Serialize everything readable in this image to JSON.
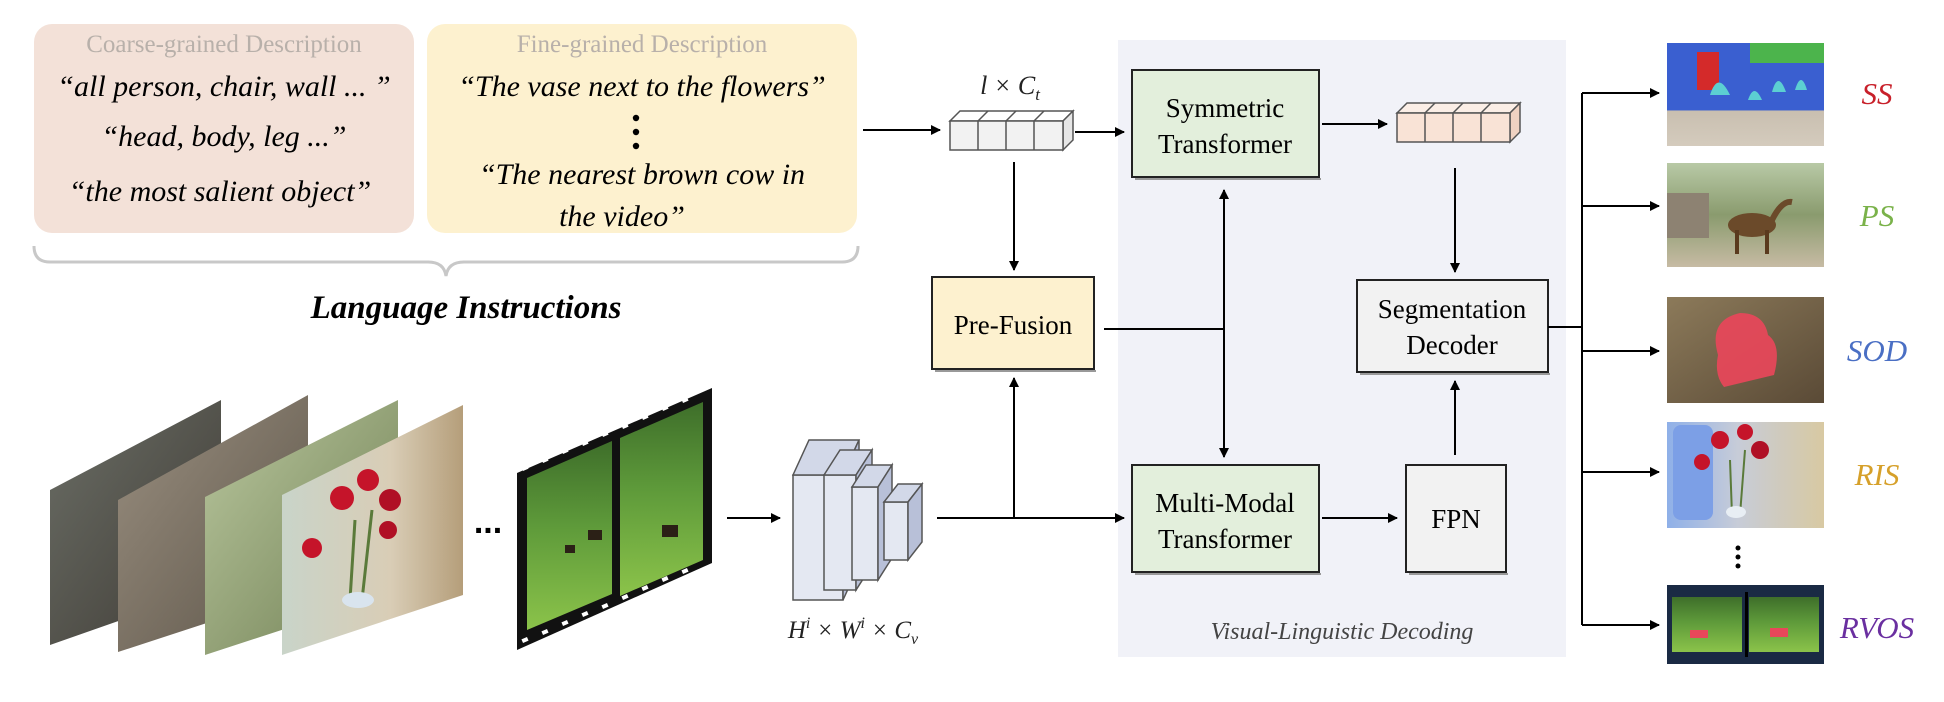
{
  "language": {
    "coarse": {
      "title": "Coarse-grained Description",
      "lines": [
        "“all person, chair, wall ... ”",
        "“head, body, leg ...”",
        "“the most salient object”"
      ],
      "bg": "#f3e1d8"
    },
    "fine": {
      "title": "Fine-grained Description",
      "lines": [
        "“The vase next to the flowers”",
        "“The nearest brown cow in",
        "the video”"
      ],
      "bg": "#fdf1cf"
    },
    "label": "Language Instructions"
  },
  "text_feature": {
    "prefix": "l × C",
    "sub": "t"
  },
  "visual_feature": {
    "part1": "H",
    "sup1": "i",
    "part2": " × W",
    "sup2": "i",
    "part3": " × C",
    "sub3": "v"
  },
  "blocks": {
    "prefusion": "Pre-Fusion",
    "sym_line1": "Symmetric",
    "sym_line2": "Transformer",
    "mm_line1": "Multi-Modal",
    "mm_line2": "Transformer",
    "fpn": "FPN",
    "seg_line1": "Segmentation",
    "seg_line2": "Decoder"
  },
  "decoding_label": "Visual-Linguistic Decoding",
  "ellipsis": "...",
  "tasks": [
    {
      "label": "SS",
      "color": "#c8202a"
    },
    {
      "label": "PS",
      "color": "#7ab24a"
    },
    {
      "label": "SOD",
      "color": "#4a6fc4"
    },
    {
      "label": "RIS",
      "color": "#d6a02a"
    },
    {
      "label": "RVOS",
      "color": "#6a2fa0"
    }
  ],
  "colors": {
    "decoding_bg": "#f1f2f8",
    "green_block": "#e3efdc",
    "yellow_block": "#fdf1cf",
    "gray_block": "#f2f2f2",
    "token_peach": "#f9e3d6",
    "token_gray": "#f2f2f2"
  }
}
